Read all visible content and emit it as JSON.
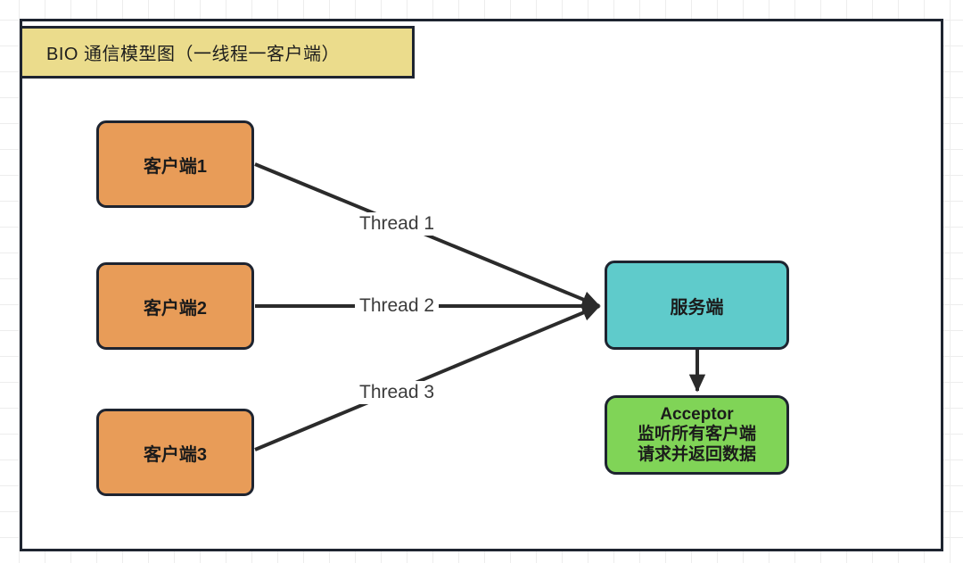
{
  "diagram": {
    "title": "BIO 通信模型图（一线程一客户端）",
    "background": {
      "grid": "graph-paper",
      "grid_color": "#ededed",
      "page_color": "#ffffff"
    },
    "frame": {
      "border_color": "#1e2430"
    },
    "colors": {
      "title_fill": "#ebdc8c",
      "client_fill": "#e89c58",
      "server_fill": "#5fcbcb",
      "acceptor_fill": "#80d457",
      "stroke": "#1e2430",
      "connector": "#2b2b2b",
      "label_text": "#3a3a3a"
    },
    "clients": [
      {
        "id": "client-1",
        "label": "客户端1"
      },
      {
        "id": "client-2",
        "label": "客户端2"
      },
      {
        "id": "client-3",
        "label": "客户端3"
      }
    ],
    "server": {
      "label": "服务端"
    },
    "acceptor": {
      "line1": "Acceptor",
      "line2": "监听所有客户端",
      "line3": "请求并返回数据"
    },
    "connectors": [
      {
        "id": "thread-1",
        "from": "客户端1",
        "to": "服务端",
        "label": "Thread 1"
      },
      {
        "id": "thread-2",
        "from": "客户端2",
        "to": "服务端",
        "label": "Thread 2"
      },
      {
        "id": "thread-3",
        "from": "客户端3",
        "to": "服务端",
        "label": "Thread 3"
      },
      {
        "id": "server-to-acceptor",
        "from": "服务端",
        "to": "Acceptor",
        "label": ""
      }
    ]
  }
}
